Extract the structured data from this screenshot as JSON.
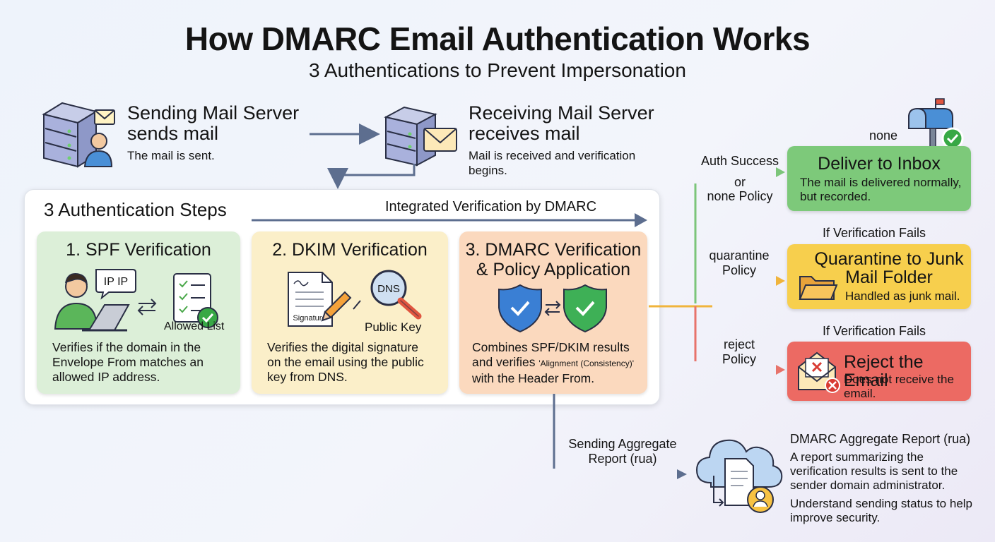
{
  "header": {
    "title": "How DMARC Email Authentication Works",
    "subtitle": "3 Authentications to Prevent Impersonation"
  },
  "sending": {
    "title_line1": "Sending Mail Server",
    "title_line2": "sends mail",
    "desc": "The mail is sent."
  },
  "receiving": {
    "title_line1": "Receiving Mail Server",
    "title_line2": "receives mail",
    "desc_line1": "Mail is received and verification",
    "desc_line2": "begins."
  },
  "steps": {
    "title": "3 Authentication Steps",
    "integrated": "Integrated Verification by DMARC",
    "spf": {
      "title": "1. SPF Verification",
      "ip_label": "IP IP",
      "list_label": "Allowed List",
      "desc_line1": "Verifies if the domain in the",
      "desc_line2": "Envelope From matches an",
      "desc_line3": "allowed IP address."
    },
    "dkim": {
      "title": "2. DKIM Verification",
      "signature_label": "Signature",
      "dns_label": "DNS",
      "key_label": "Public Key",
      "desc_line1": "Verifies the digital signature",
      "desc_line2": "on the email using the public",
      "desc_line3": "key from DNS."
    },
    "dmarc": {
      "title_line1": "3. DMARC Verification",
      "title_line2": "& Policy Application",
      "desc_line1": "Combines SPF/DKIM results",
      "desc_line2a": "and verifies ",
      "desc_line2b": "'Alignment (Consistency)'",
      "desc_line3": "with the Header From."
    }
  },
  "flow_labels": {
    "auth_success": "Auth Success",
    "or": "or",
    "none_policy": "none Policy",
    "quarantine_1": "quarantine",
    "quarantine_2": "Policy",
    "reject_1": "reject",
    "reject_2": "Policy",
    "report_1": "Sending Aggregate",
    "report_2": "Report (rua)"
  },
  "outcomes": {
    "none_label": "none",
    "inbox": {
      "title": "Deliver to Inbox",
      "desc_line1": "The mail is delivered normally,",
      "desc_line2": "but recorded."
    },
    "fail_label_1": "If Verification Fails",
    "quarantine": {
      "title_line1": "Quarantine to Junk",
      "title_line2": "Mail Folder",
      "desc": "Handled as junk mail."
    },
    "fail_label_2": "If Verification Fails",
    "reject": {
      "title": "Reject the Email",
      "desc_line1": "Does not receive the",
      "desc_line2": "email."
    }
  },
  "report": {
    "title": "DMARC Aggregate Report (rua)",
    "desc1_line1": "A report summarizing the",
    "desc1_line2": "verification results is sent to the",
    "desc1_line3": "sender domain administrator.",
    "desc2_line1": "Understand sending status to help",
    "desc2_line2": "improve security."
  },
  "colors": {
    "spf_card": "#dcefd8",
    "dkim_card": "#fbefc9",
    "dmarc_card": "#fbd9be",
    "inbox": "#7dc97a",
    "quarantine": "#f7cf4d",
    "reject": "#ec6a63",
    "arrow": "#5d6e8f",
    "green_line": "#7cc57a",
    "orange_line": "#f0b43c",
    "red_line": "#e7736b"
  },
  "icons": [
    "server-icon",
    "envelope-icon",
    "person-icon",
    "laptop-icon",
    "checklist-icon",
    "check-icon",
    "document-icon",
    "pencil-icon",
    "magnifier-icon",
    "shield-icon",
    "mailbox-icon",
    "folder-icon",
    "cloud-icon",
    "swap-arrows-icon"
  ]
}
